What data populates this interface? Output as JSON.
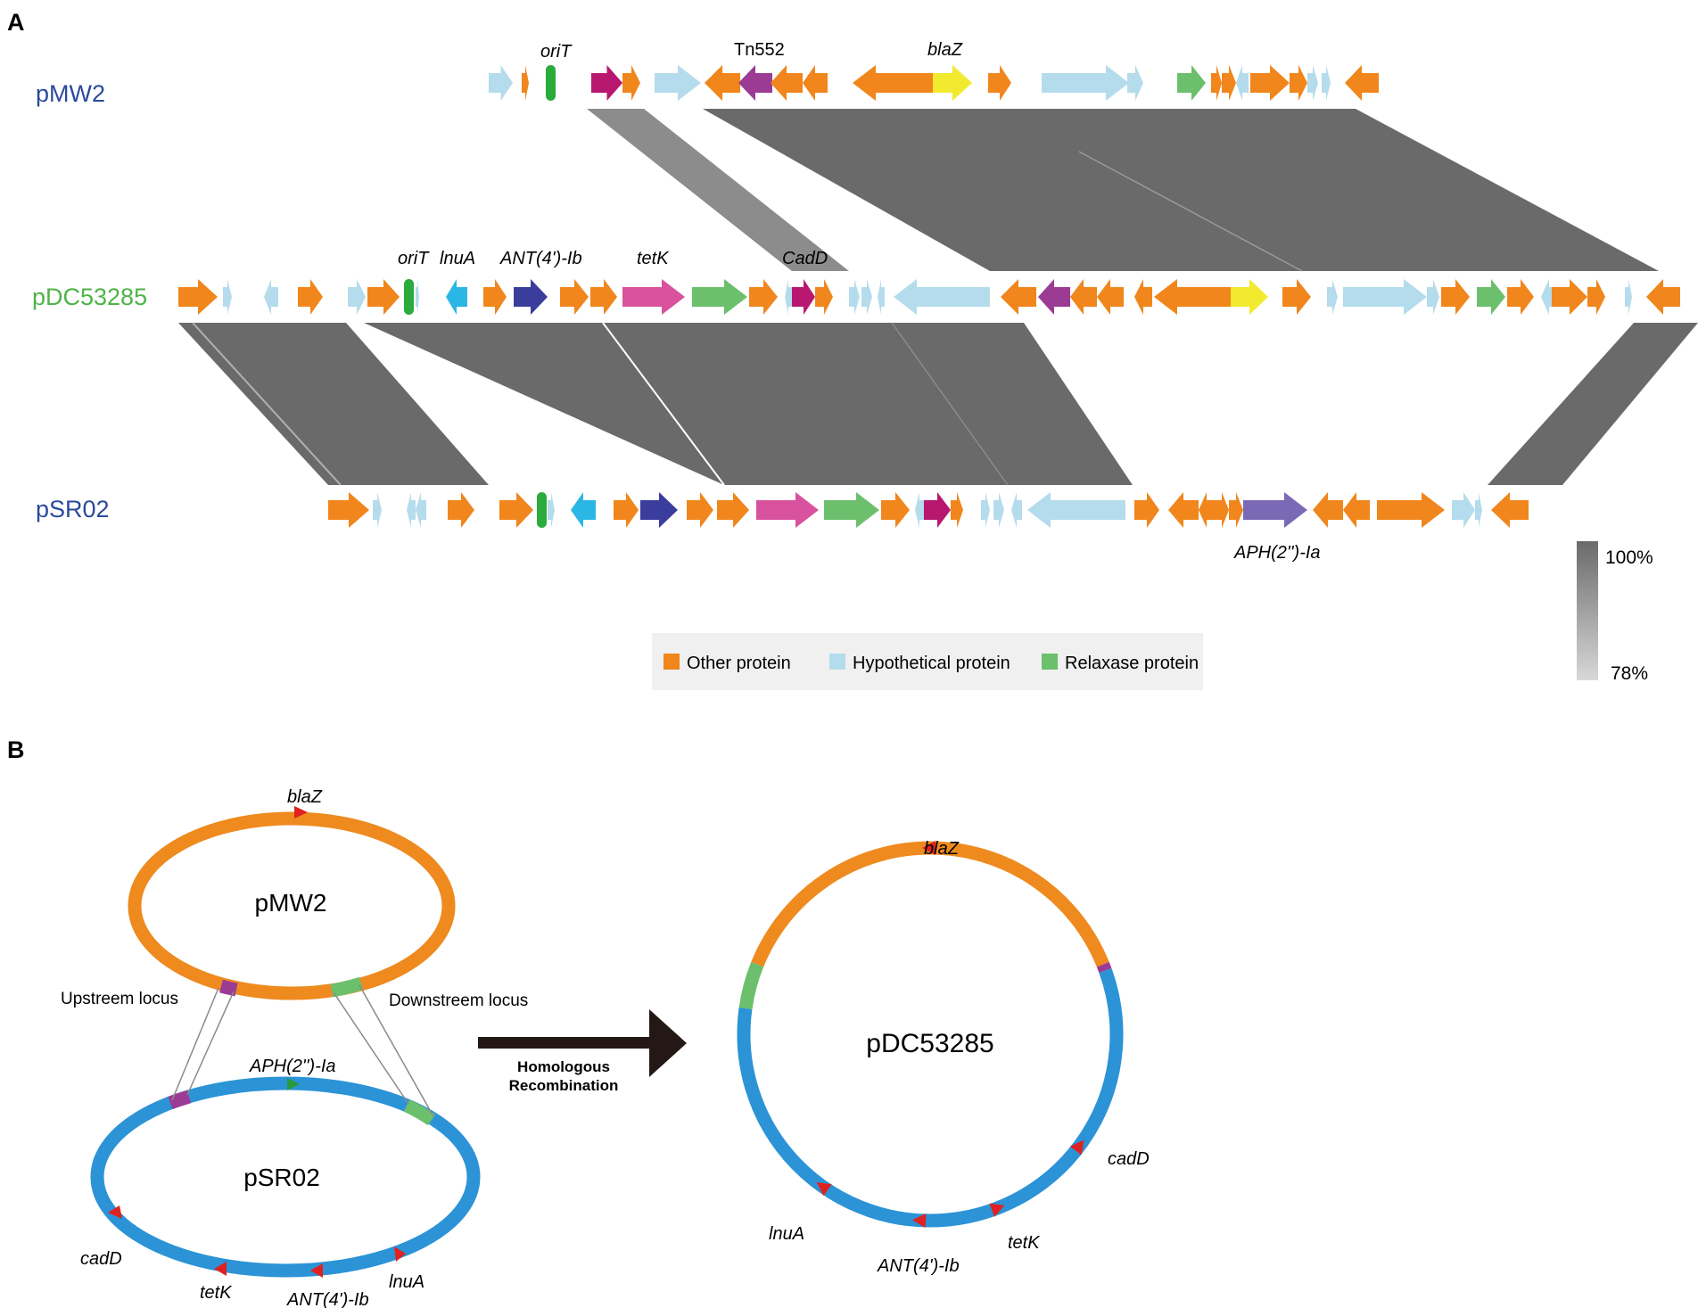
{
  "panel_a": {
    "label": "A",
    "plasmids": {
      "pMW2": {
        "name": "pMW2",
        "color": "#2a4a9c"
      },
      "pDC53285": {
        "name": "pDC53285",
        "color": "#4fb348"
      },
      "pSR02": {
        "name": "pSR02",
        "color": "#2a4a9c"
      }
    },
    "gene_labels": {
      "pMW2_oriT": "oriT",
      "pMW2_tn552": "Tn552",
      "pMW2_blaZ": "blaZ",
      "pDC_oriT": "oriT",
      "pDC_lnuA": "lnuA",
      "pDC_ant": "ANT(4')-Ib",
      "pDC_tetK": "tetK",
      "pDC_cadD": "CadD",
      "pSR02_aph": "APH(2'')-Ia"
    },
    "legend": [
      {
        "label": "Other protein",
        "color": "#f0861c"
      },
      {
        "label": "Hypothetical protein",
        "color": "#b4dcec"
      },
      {
        "label": "Relaxase protein",
        "color": "#6cbf6c"
      }
    ],
    "identity_scale": {
      "max_label": "100%",
      "min_label": "78%"
    },
    "colors": {
      "other": "#f0861c",
      "hypothetical": "#b4dcec",
      "relaxase": "#6cbf6c",
      "oriT": "#2aab3c",
      "magenta": "#b8176f",
      "tn552": "#9b3b94",
      "blaZ": "#f2ea2e",
      "lnuA": "#2bb7e6",
      "ant": "#3b3d9c",
      "tetK": "#d9529e",
      "aph": "#7a6ab5",
      "homology": "#6a6a6a",
      "homology_light": "#8c8c8c"
    }
  },
  "panel_b": {
    "label": "B",
    "pMW2": {
      "name": "pMW2",
      "blaZ": "blaZ"
    },
    "pSR02": {
      "name": "pSR02",
      "aph": "APH(2'')-Ia",
      "cadD": "cadD",
      "tetK": "tetK",
      "ant": "ANT(4')-Ib",
      "lnuA": "lnuA"
    },
    "pDC53285": {
      "name": "pDC53285",
      "blaZ": "blaZ",
      "cadD": "cadD",
      "tetK": "tetK",
      "ant": "ANT(4')-Ib",
      "lnuA": "lnuA"
    },
    "upstream_label": "Upstreem locus",
    "downstream_label": "Downstreem locus",
    "arrow_label_line1": "Homologous",
    "arrow_label_line2": "Recombination",
    "colors": {
      "orange": "#ee8a1e",
      "blue": "#2b93d6",
      "marker": "#e02121",
      "aph_marker": "#2a9a3a",
      "purple": "#9b3b94",
      "green": "#6cbf6c"
    }
  }
}
